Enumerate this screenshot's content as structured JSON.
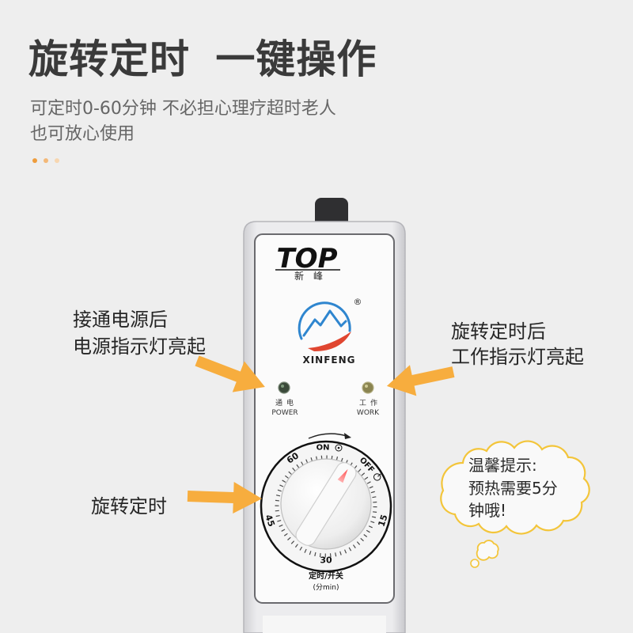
{
  "header": {
    "title": "旋转定时 一键操作",
    "subtitle_lines": [
      "可定时0-60分钟 不必担心理疗超时老人",
      "也可放心使用"
    ]
  },
  "callouts": {
    "power": [
      "接通电源后",
      "电源指示灯亮起"
    ],
    "work": [
      "旋转定时后",
      "工作指示灯亮起"
    ],
    "dial": "旋转定时"
  },
  "tip_bubble": [
    "温馨提示:",
    "预热需要5分",
    "钟哦!"
  ],
  "device": {
    "brand_logo": "TOP",
    "brand_cn": "新峰",
    "logo_text": "XINFENG",
    "registered": "®",
    "power_led": {
      "label_cn": "通电",
      "label_en": "POWER"
    },
    "work_led": {
      "label_cn": "工作",
      "label_en": "WORK"
    },
    "dial": {
      "on": "ON",
      "off": "OFF",
      "mark_60": "60",
      "mark_45": "45",
      "mark_30": "30",
      "mark_15": "15"
    },
    "dial_caption": "定时/开关",
    "dial_unit": "(分min)"
  },
  "icons": {
    "on_symbol": "circle-dot-icon",
    "off_symbol": "power-icon",
    "logo": "mountain-logo-icon"
  },
  "colors": {
    "background": "#eeeeee",
    "accent_arrow": "#f7ad3e",
    "cloud_outline": "#f3c53a",
    "dots": [
      "#ee9c3c",
      "#f3b878",
      "#f7d6b0"
    ],
    "logo_blue": "#2f86cf",
    "logo_red": "#e04630"
  }
}
